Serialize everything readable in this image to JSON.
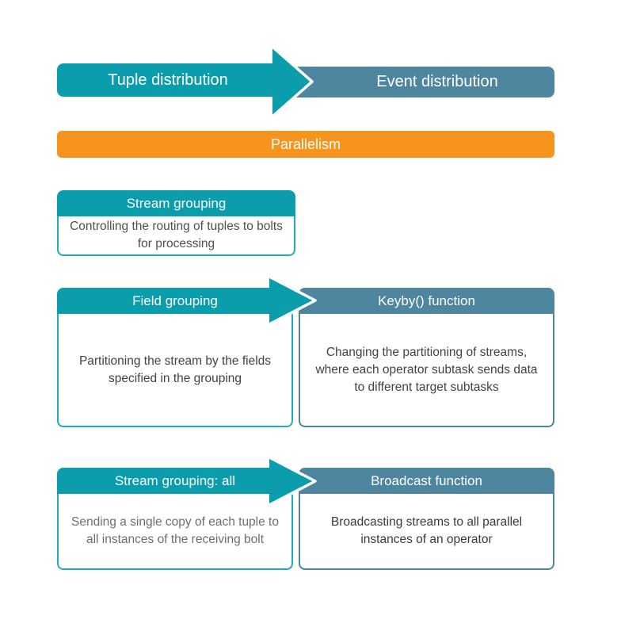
{
  "colors": {
    "accent_teal": "#0C9DAD",
    "teal_border": "#21ACB9",
    "accent_blue_gray": "#4E86A0",
    "accent_orange": "#F7941E"
  },
  "top_row": {
    "left_label": "Tuple distribution",
    "right_label": "Event distribution"
  },
  "parallelism": {
    "label": "Parallelism"
  },
  "stream_grouping_card": {
    "header": "Stream grouping",
    "body": "Controlling the routing of tuples to bolts for processing"
  },
  "field_grouping_pair": {
    "left": {
      "header": "Field grouping",
      "body": "Partitioning the stream by the fields specified in the grouping"
    },
    "right": {
      "header": "Keyby() function",
      "body": "Changing the partitioning of streams, where each operator subtask sends data to different target subtasks"
    }
  },
  "broadcast_pair": {
    "left": {
      "header": "Stream grouping: all",
      "body": "Sending a single copy of each tuple to all instances of the receiving bolt"
    },
    "right": {
      "header": "Broadcast function",
      "body": "Broadcasting streams to all parallel instances of an operator"
    }
  }
}
